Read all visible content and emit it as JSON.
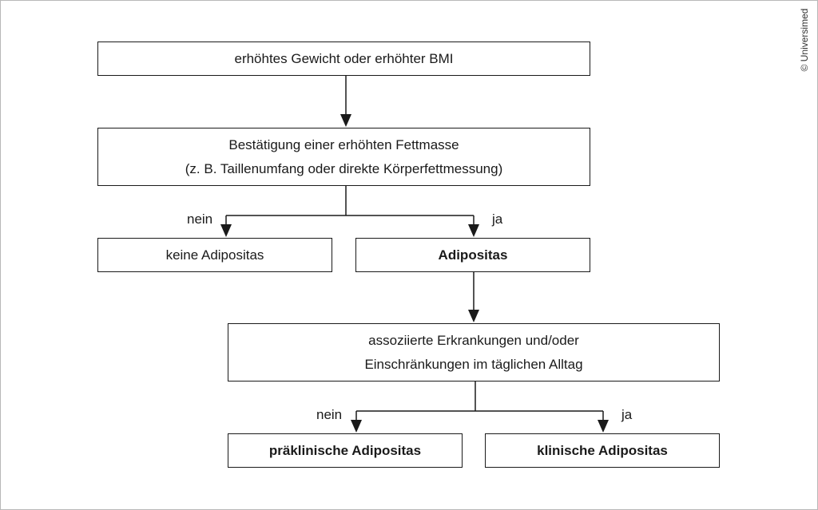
{
  "nodes": {
    "weight": {
      "lines": [
        "erhöhtes Gewicht oder erhöhter BMI"
      ]
    },
    "fat_mass": {
      "lines": [
        "Bestätigung einer erhöhten Fettmasse",
        "(z. B. Taillenumfang oder direkte Körperfettmessung)"
      ]
    },
    "no_adiposity": {
      "lines": [
        "keine Adipositas"
      ]
    },
    "adiposity": {
      "lines": [
        "Adipositas"
      ]
    },
    "comorbidity": {
      "lines": [
        "assoziierte Erkrankungen und/oder",
        "Einschränkungen im täglichen Alltag"
      ]
    },
    "preclinical": {
      "lines": [
        "präklinische Adipositas"
      ]
    },
    "clinical": {
      "lines": [
        "klinische Adipositas"
      ]
    }
  },
  "edges": [
    {
      "from": "weight",
      "to": "fat_mass",
      "label": ""
    },
    {
      "from": "fat_mass",
      "to": "no_adiposity",
      "label": "nein"
    },
    {
      "from": "fat_mass",
      "to": "adiposity",
      "label": "ja"
    },
    {
      "from": "adiposity",
      "to": "comorbidity",
      "label": ""
    },
    {
      "from": "comorbidity",
      "to": "preclinical",
      "label": "nein"
    },
    {
      "from": "comorbidity",
      "to": "clinical",
      "label": "ja"
    }
  ],
  "copyright": "© Universimed",
  "colors": {
    "stroke": "#1a1a1a",
    "text": "#1a1a1a",
    "background": "#ffffff",
    "frame": "#b8b8b8"
  }
}
